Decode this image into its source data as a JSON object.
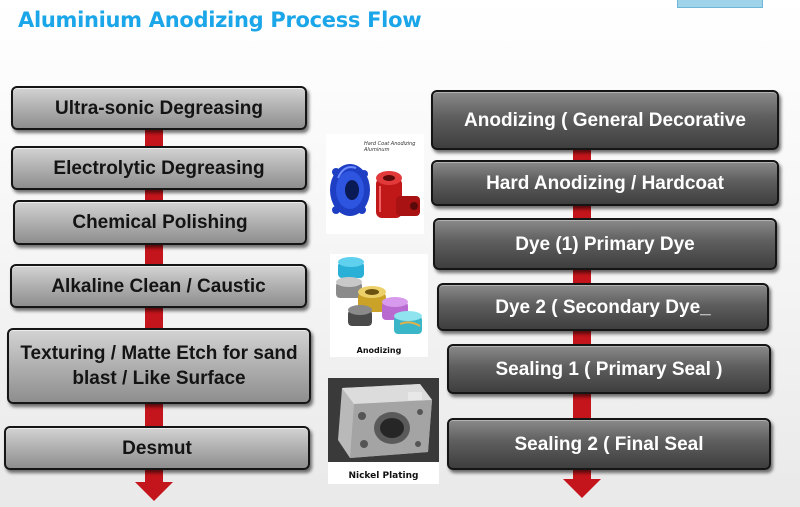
{
  "title": "Aluminium Anodizing Process Flow",
  "colors": {
    "title": "#1aa6e8",
    "arrow": "#c4151c",
    "box_light": "#b3b3b3",
    "box_dark": "#5e5e5e"
  },
  "left_steps": [
    "Ultra-sonic Degreasing",
    "Electrolytic  Degreasing",
    "Chemical Polishing",
    "Alkaline Clean / Caustic",
    "Texturing / Matte Etch for sand blast / Like Surface",
    "Desmut"
  ],
  "right_steps": [
    "Anodizing ( General Decorative",
    "Hard Anodizing / Hardcoat",
    "Dye (1) Primary Dye",
    "Dye 2 ( Secondary Dye_",
    "Sealing 1 ( Primary Seal )",
    "Sealing 2 ( Final Seal"
  ],
  "photos": {
    "hardcoat_label": "Hard Coat Anodizing Aluminum",
    "anodizing_caption": "Anodizing",
    "nickel_caption": "Nickel Plating"
  }
}
